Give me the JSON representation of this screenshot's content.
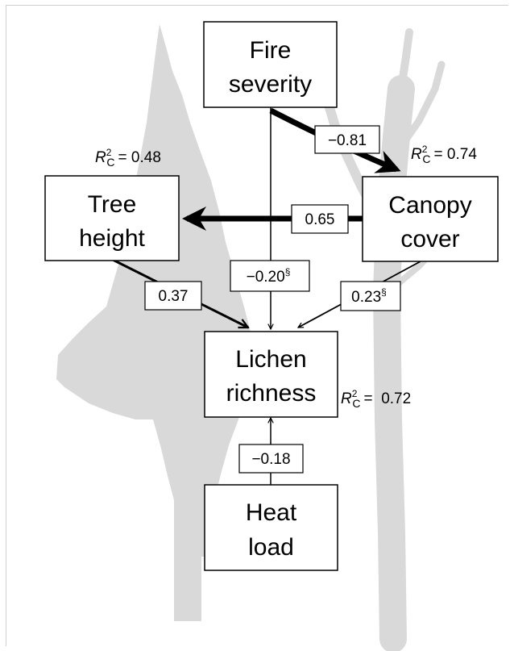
{
  "nodes": {
    "fire_severity": {
      "line1": "Fire",
      "line2": "severity"
    },
    "tree_height": {
      "line1": "Tree",
      "line2": "height"
    },
    "canopy_cover": {
      "line1": "Canopy",
      "line2": "cover"
    },
    "lichen_richness": {
      "line1": "Lichen",
      "line2": "richness"
    },
    "heat_load": {
      "line1": "Heat",
      "line2": "load"
    }
  },
  "paths": {
    "fire_to_canopy": {
      "coef": "−0.81"
    },
    "canopy_to_tree": {
      "coef": "0.65"
    },
    "fire_to_lichen": {
      "coef": "−0.20",
      "mark": "§"
    },
    "tree_to_lichen": {
      "coef": "0.37"
    },
    "canopy_to_lichen": {
      "coef": "0.23",
      "mark": "§"
    },
    "heat_to_lichen": {
      "coef": "−0.18"
    }
  },
  "r2": {
    "symbol": "R",
    "sup": "2",
    "sub": "C",
    "tree_height": "= 0.48",
    "canopy_cover": "= 0.74",
    "lichen_richness": "=  0.72"
  },
  "colors": {
    "tree_silhouette": "#d9d9d9",
    "border": "#000000"
  },
  "icons": [
    "conifer-silhouette",
    "dead-tree-silhouette"
  ]
}
